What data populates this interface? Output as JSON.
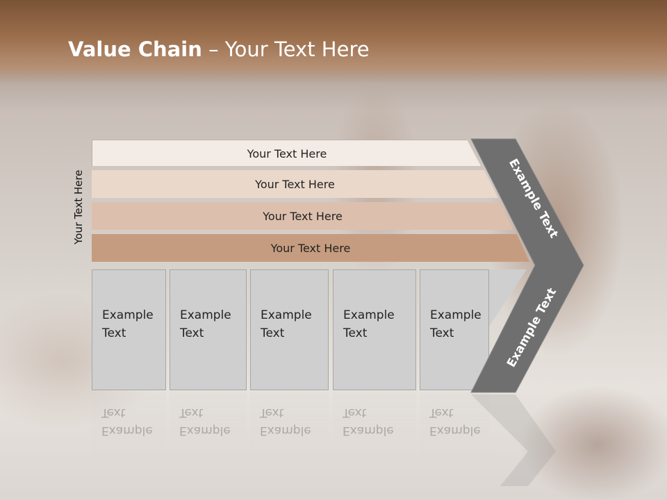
{
  "slide": {
    "title_bold": "Value Chain",
    "title_rest": " – Your Text Here",
    "side_label": "Your Text Here"
  },
  "bars": [
    {
      "label": "Your Text Here"
    },
    {
      "label": "Your Text Here"
    },
    {
      "label": "Your Text Here"
    },
    {
      "label": "Your Text Here"
    }
  ],
  "columns": [
    {
      "line1": "Example",
      "line2": "Text"
    },
    {
      "line1": "Example",
      "line2": "Text"
    },
    {
      "line1": "Example",
      "line2": "Text"
    },
    {
      "line1": "Example",
      "line2": "Text"
    },
    {
      "line1": "Example",
      "line2": "Text"
    }
  ],
  "chevron": {
    "upper_text": "Example Text",
    "lower_text": "Example Text",
    "color": "#6f6f6f"
  }
}
